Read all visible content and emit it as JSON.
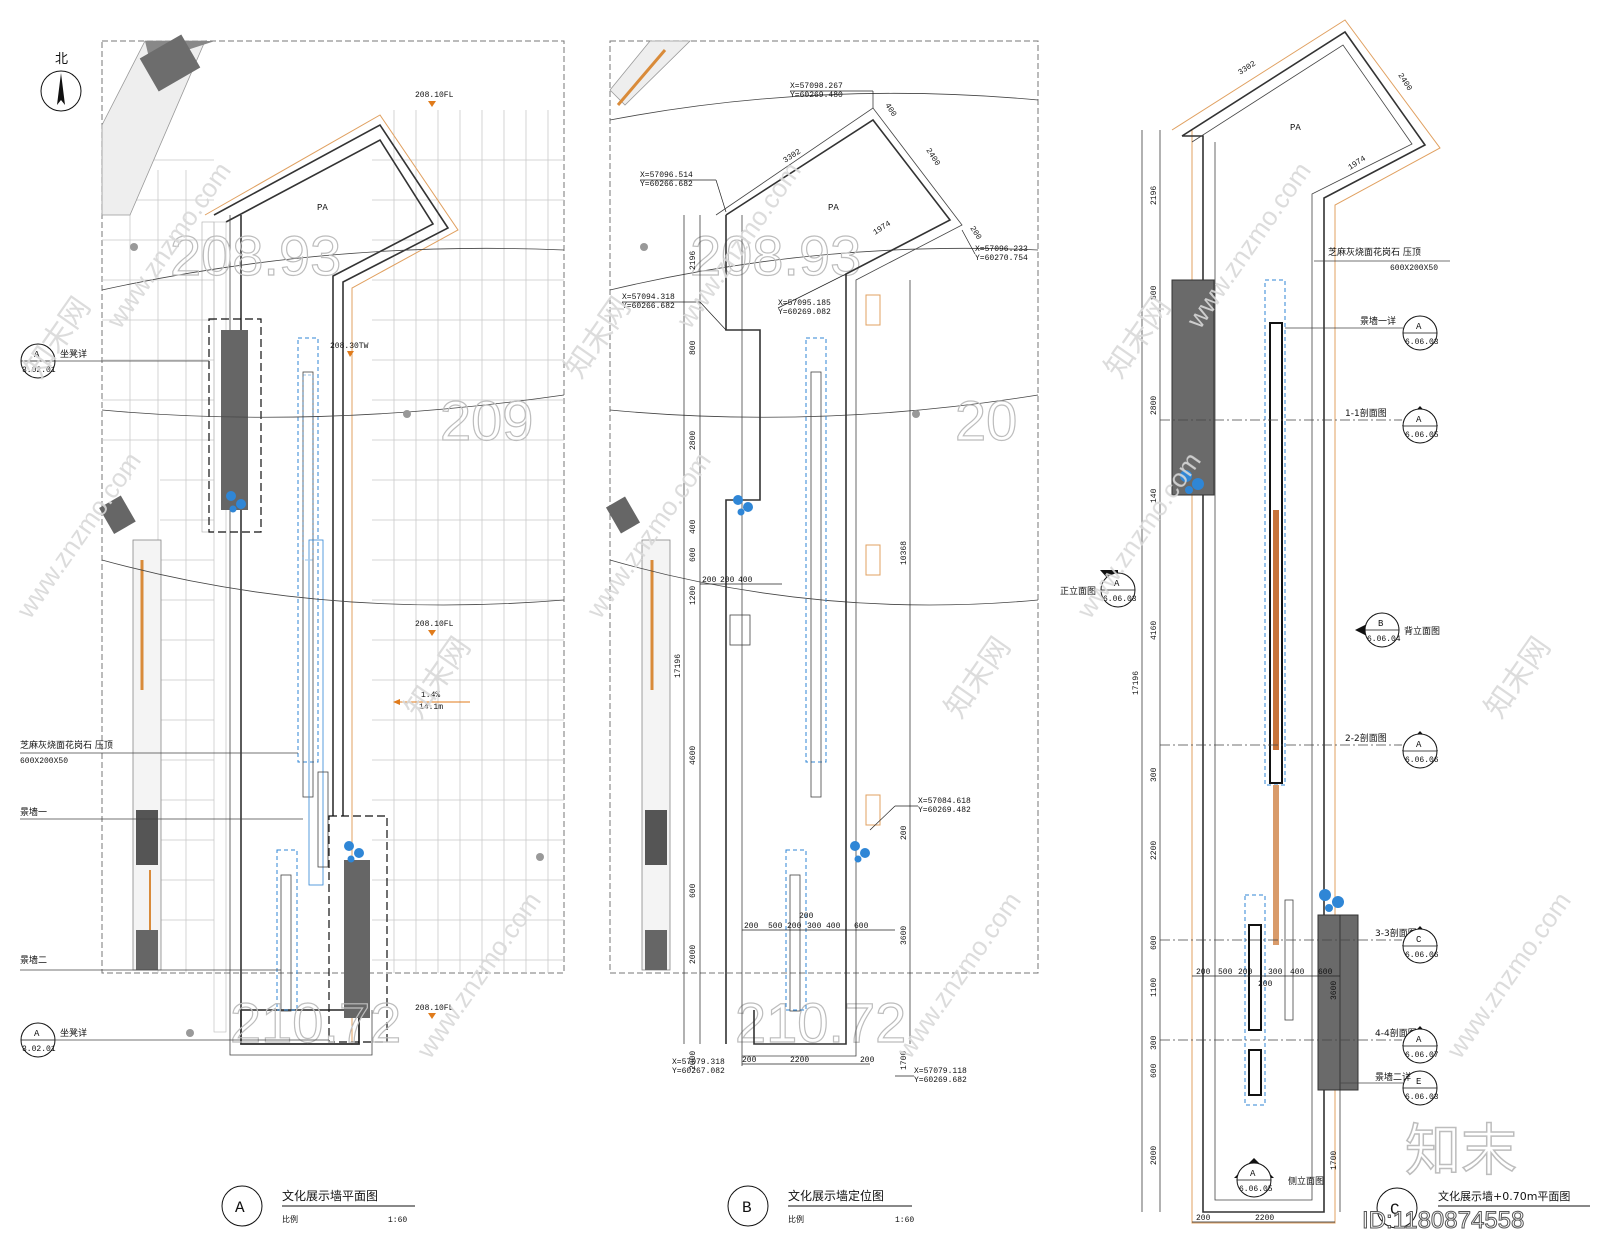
{
  "north_label": "北",
  "panel_a": {
    "circle_label": "A",
    "title": "文化展示墙平面图",
    "scale_label": "比例",
    "scale_value": "1:60",
    "elev_labels": [
      "208.10FL",
      "208.30TW",
      "208.10FL",
      "208.10FL"
    ],
    "slope_label": "1.4%",
    "slope_length": "14.1m",
    "pa_label": "PA",
    "callouts": [
      {
        "letter": "A",
        "ref": "3.02.01",
        "text": "坐凳详"
      },
      {
        "letter": "A",
        "ref": "3.02.01",
        "text": "坐凳详"
      }
    ],
    "leader_labels": {
      "granite": "芝麻灰烧面花岗石 压顶",
      "granite_size": "600X200X50",
      "wall_one": "景墙一",
      "wall_two": "景墙二"
    },
    "contour_numbers": [
      "208.93",
      "209",
      "210.72"
    ]
  },
  "panel_b": {
    "circle_label": "B",
    "title": "文化展示墙定位图",
    "scale_label": "比例",
    "scale_value": "1:60",
    "pa_label": "PA",
    "coords": [
      {
        "x": "X=57098.267",
        "y": "Y=60269.480"
      },
      {
        "x": "X=57096.514",
        "y": "Y=60266.682"
      },
      {
        "x": "X=57096.233",
        "y": "Y=60270.754"
      },
      {
        "x": "X=57094.318",
        "y": "Y=60266.682"
      },
      {
        "x": "X=57095.185",
        "y": "Y=60269.082"
      },
      {
        "x": "X=57084.618",
        "y": "Y=60269.482"
      },
      {
        "x": "X=57079.318",
        "y": "Y=60267.082"
      },
      {
        "x": "X=57079.118",
        "y": "Y=60269.682"
      }
    ],
    "dims_left": [
      "2196",
      "800",
      "2800",
      "400",
      "600",
      "1200",
      "4600",
      "600",
      "2000",
      "2000",
      "17196"
    ],
    "dims_top": [
      "3302",
      "400",
      "2400",
      "1974",
      "200"
    ],
    "dims_right": [
      "10368",
      "200",
      "3600",
      "1700"
    ],
    "dims_mid_row1": [
      "200",
      "200",
      "400"
    ],
    "dims_mid_row2": [
      "200",
      "500",
      "200",
      "300",
      "400",
      "600",
      "200"
    ],
    "dims_bottom": [
      "200",
      "2200",
      "200"
    ],
    "contour_numbers": [
      "208.93",
      "20",
      "210.72"
    ]
  },
  "panel_c": {
    "circle_label": "C",
    "title": "文化展示墙+0.70m平面图",
    "pa_label": "PA",
    "granite": "芝麻灰烧面花岗石 压顶",
    "granite_size": "600X200X50",
    "dims_top": [
      "3302",
      "2400",
      "1974"
    ],
    "dims_left": [
      "2196",
      "800",
      "2800",
      "140",
      "4160",
      "300",
      "2200",
      "600",
      "1100",
      "300",
      "600",
      "2000",
      "17196"
    ],
    "dims_right": [
      "3600",
      "1700"
    ],
    "dims_mid": [
      "200",
      "500",
      "200",
      "300",
      "400",
      "600",
      "200"
    ],
    "dims_bottom": [
      "200",
      "2200"
    ],
    "callouts": [
      {
        "letter": "A",
        "ref": "6.06.03",
        "text": "景墙一详"
      },
      {
        "letter": "A",
        "ref": "6.06.05",
        "text": "1-1剖面图"
      },
      {
        "letter": "A",
        "ref": "6.06.03",
        "text": "正立面图"
      },
      {
        "letter": "B",
        "ref": "6.06.04",
        "text": "背立面图"
      },
      {
        "letter": "A",
        "ref": "6.06.06",
        "text": "2-2剖面图"
      },
      {
        "letter": "C",
        "ref": "6.06.06",
        "text": "3-3剖面图"
      },
      {
        "letter": "A",
        "ref": "6.06.07",
        "text": "4-4剖面图"
      },
      {
        "letter": "E",
        "ref": "6.06.03",
        "text": "景墙二详"
      },
      {
        "letter": "A",
        "ref": "6.06.05",
        "text": "侧立面图"
      }
    ]
  },
  "watermark": {
    "site": "www.znzmo.com",
    "brand": "知末网",
    "logo": "知末",
    "id_label": "ID:1180874558"
  }
}
